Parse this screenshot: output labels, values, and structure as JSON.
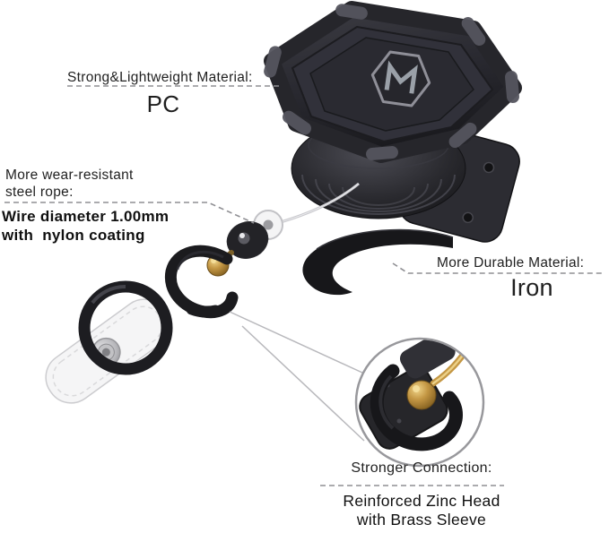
{
  "annotations": {
    "material": {
      "label": "Strong&Lightweight Material:",
      "value": "PC"
    },
    "rope": {
      "label_line1": "More wear-resistant",
      "label_line2": "steel rope:",
      "value_line1": "Wire diameter 1.00mm",
      "value_line2": "with  nylon coating"
    },
    "durable": {
      "label": "More Durable Material:",
      "value": "Iron"
    },
    "connection": {
      "label": "Stronger Connection:",
      "value_line1": "Reinforced Zinc Head",
      "value_line2": "with Brass Sleeve"
    }
  },
  "product_parts": [
    "badge-reel-shell",
    "brand-logo",
    "reel-dome",
    "mounting-plate",
    "iron-belt-clip",
    "steel-wire",
    "stopper-disc",
    "brass-ball",
    "zinc-hook",
    "key-ring",
    "fabric-strap",
    "snap-button",
    "zoom-inset"
  ],
  "colors": {
    "text": "#1F1F1F",
    "dash": "#8F8F93",
    "brass": "#C49744",
    "product_dark": "#232327",
    "strap_white": "#F5F5F6"
  }
}
